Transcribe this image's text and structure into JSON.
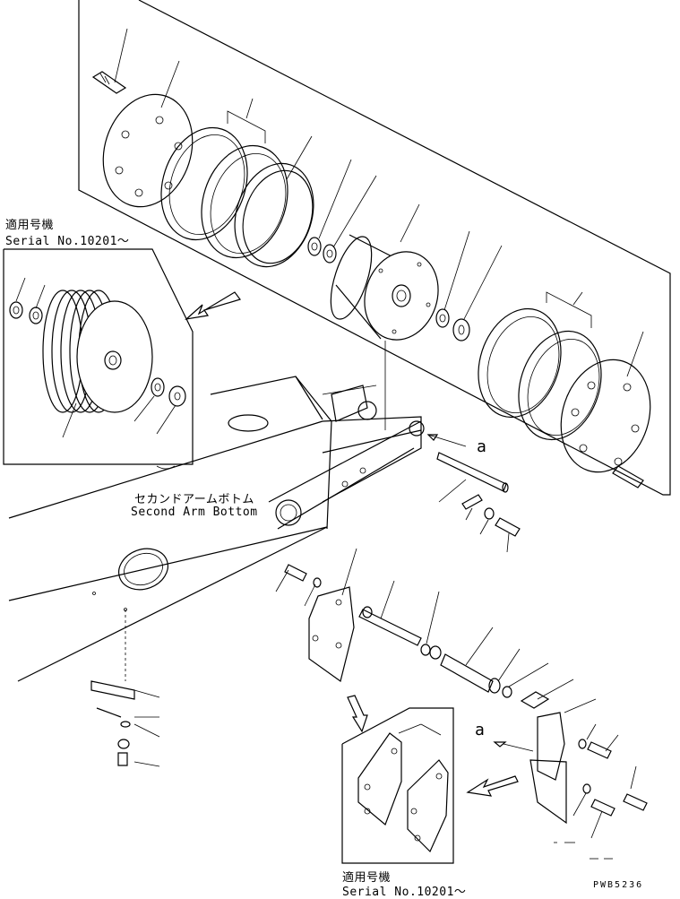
{
  "labels": {
    "serial_jp_top": "適用号機",
    "serial_en_top": "Serial No.10201～",
    "section_jp": "セカンドアームボトム",
    "section_en": "Second Arm Bottom",
    "view_a_1": "a",
    "view_a_2": "a",
    "serial_jp_bottom": "適用号機",
    "serial_en_bottom": "Serial No.10201～",
    "drawing_code": "PWB5236"
  }
}
